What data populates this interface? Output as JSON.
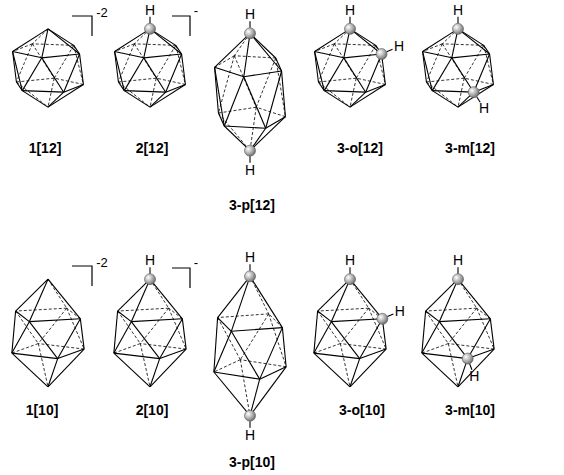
{
  "diagram": {
    "labels": [
      "-2",
      "1[12]",
      "H",
      "-",
      "2[12]",
      "H",
      "H",
      "3-p[12]",
      "H",
      "H",
      "3-o[12]",
      "H",
      "H",
      "3-m[12]",
      "-2",
      "1[10]",
      "H",
      "-",
      "2[10]",
      "H",
      "H",
      "3-p[10]",
      "H",
      "H",
      "3-o[10]",
      "H",
      "H",
      "3-m[10]"
    ]
  }
}
